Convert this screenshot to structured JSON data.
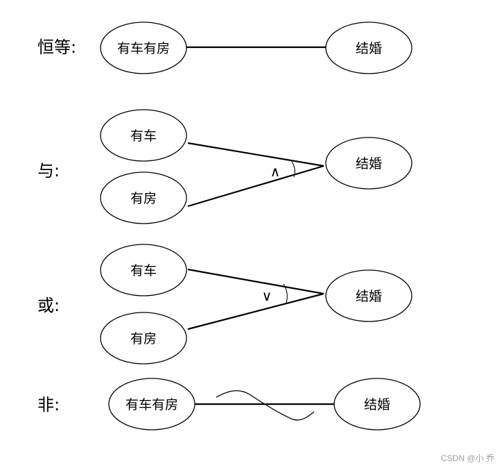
{
  "rows": {
    "identity": {
      "label": "恒等:",
      "left": "有车有房",
      "right": "结婚"
    },
    "and": {
      "label": "与:",
      "top": "有车",
      "bottom": "有房",
      "right": "结婚",
      "operator": "∧"
    },
    "or": {
      "label": "或:",
      "top": "有车",
      "bottom": "有房",
      "right": "结婚",
      "operator": "∨"
    },
    "not": {
      "label": "非:",
      "left": "有车有房",
      "right": "结婚"
    }
  },
  "watermark": "CSDN @小 乔"
}
